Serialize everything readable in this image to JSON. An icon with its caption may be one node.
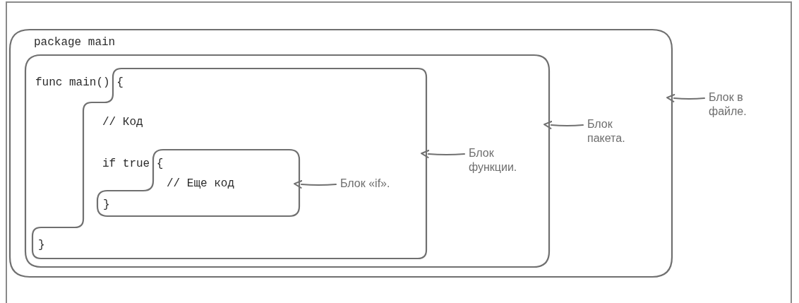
{
  "diagram": {
    "nodes": [
      {
        "text": [
          "package main"
        ]
      },
      {
        "text": [
          "func main() {"
        ],
        "in": 0
      },
      {
        "text": [
          "// Код",
          "if true {",
          "}"
        ],
        "in": 1
      },
      {
        "text": [
          "// Еще код",
          "}"
        ],
        "in": 2
      },
      {
        "text": [
          "Блок «if»."
        ],
        "in": 2
      },
      {
        "text": [
          "Блок функции."
        ],
        "in": 1
      },
      {
        "text": [
          "Блок пакета."
        ],
        "in": 0
      },
      {
        "text": [
          "Блок в файле."
        ]
      }
    ],
    "edges": [
      {
        "from": 4,
        "to": 3,
        "arrow": "to"
      },
      {
        "from": 5,
        "to": 2,
        "arrow": "to"
      },
      {
        "from": 6,
        "to": 1,
        "arrow": "to"
      },
      {
        "from": 7,
        "to": 0,
        "arrow": "to"
      }
    ]
  }
}
